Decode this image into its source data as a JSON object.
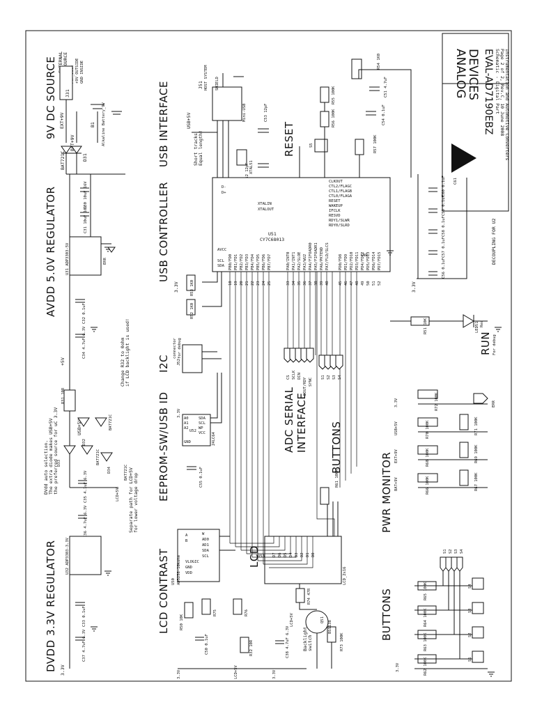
{
  "title_block": {
    "company_line1": "ANALOG",
    "company_line2": "DEVICES",
    "board": "EVAL-AD7190EBZ",
    "line1": "Schematic - Digital Part",
    "line2": "Page 2 of 2, Rev.C, 10 June 2008",
    "line3": "Instrumentation and Automotive Converters"
  },
  "sections": {
    "dc_source": "9V DC SOURCE",
    "avdd_reg": "AVDD 5.0V REGULATOR",
    "dvdd_reg": "DVDD 3.3V REGULATOR",
    "usb_interface": "USB INTERFACE",
    "usb_controller": "USB CONTROLLER",
    "i2c": "I2C",
    "i2c_sub": "connector",
    "i2c_sub2": "for debug",
    "eeprom": "EEPROM-SW/USB ID",
    "lcd_contrast": "LCD CONTRAST",
    "lcd": "LCD",
    "adc_serial": "ADC SERIAL",
    "interface": "INTERFACE",
    "buttons_mid": "BUTTONS",
    "buttons_bottom": "BUTTONS",
    "pwr_monitor": "PWR MONITOR",
    "reset": "RESET",
    "run": "RUN",
    "run_sub": "For debug",
    "decoupling": "DECOUPLING FOR U2"
  },
  "notes": {
    "dvdd1": "DVdd auto selection.",
    "dvdd2": "The extra diode makes USB+5V",
    "dvdd3": "the preferred source for uC 3.3V",
    "r32a": "Change R32 to 0ohm",
    "r32b": "if LCD backlight is used!",
    "lcd_sep1": "Separate path for LCD+5V",
    "lcd_sep2": "for lower voltage drop",
    "usb_tracks1": "Short tracks",
    "usb_tracks2": "Equal length!",
    "ext_src": "EXTERNAL",
    "ext_src2": "DC SOURCE",
    "pwr_jack": "Pwr_Jack",
    "pwr_jack2": "+9V OUTSIDE",
    "pwr_jack3": "GND INSIDE",
    "backlight": "Backlight",
    "backlight2": "switch"
  },
  "nets": {
    "v33": "3.3V",
    "usb5": "USB+5V",
    "ext9": "EXT+9V",
    "bat9": "BAT+9V",
    "p5v": "+5V",
    "lcd5": "LCD+5V",
    "err": "ERR"
  },
  "components": {
    "u51": "U51",
    "u51_part": "CY7C68013",
    "u52": "U52",
    "u52_part": "24LC64",
    "u53": "U53",
    "u53_part": "LCD_2x16",
    "u50": "U50",
    "u50_part": "AD5258-10kohm",
    "u31": "U31 ADP3303-5V",
    "u32": "U32 ADP3303-3.3V",
    "j51": "J51",
    "j51_sub": "HOST SYSTEM",
    "j51_part": "Mini-USB",
    "j52": "J52",
    "j31": "J31",
    "b1": "B1",
    "b1_part": "Alkaline Battery_9V",
    "xtal": "XTAL51",
    "q51": "Q51",
    "q51_part": "BSS138",
    "led51": "LED51",
    "led51_c": "Red",
    "d31": "D31",
    "d32": "D32",
    "d33": "D33",
    "d34": "D34",
    "bat721": "BAT721C",
    "s5": "S5",
    "s1": "S1",
    "s2": "S2",
    "s3": "S3",
    "s4": "S4",
    "shield": "SHIELD"
  },
  "resistors": {
    "r54": "R54 1K0",
    "r55": "R55 100K",
    "r56": "R56 100K",
    "r57": "R57 100K",
    "r53": "R53 1K0",
    "r52": "R52 1K0",
    "r51": "R51 10K",
    "r31": "R31 10R",
    "r61": "R61 100K",
    "r72": "R72 100K",
    "r70": "R70 100K",
    "r71": "R71 100K",
    "r68": "R68 100K",
    "r69": "R69 100K",
    "r66": "R66 100K",
    "r67": "R67 100K",
    "r75": "R75",
    "r76": "R76",
    "r50": "R50 10K",
    "r74": "R74 47R",
    "r32": "R32 10R",
    "r73": "R73 100K",
    "r62": "R62 100K",
    "r63": "R63 100K",
    "r64": "R64 100K",
    "r65": "R65 100K"
  },
  "capacitors": {
    "c51": "C51 4.7uF",
    "c54": "C54 0.1uF",
    "c53": "C53 12pF",
    "c52": "C52 12pF",
    "c30": "C30 10uF 16V",
    "c31": "C31 10uF 16V",
    "c32": "C32 0.1uF",
    "c34": "C34 4.7uF 6.3V",
    "c35": "C35 4.7uF 6.3V",
    "c36": "C36 4.7uF 6.3V",
    "c33": "C33 0.1uF",
    "c37": "C37 4.7uF 6.3V",
    "c55": "C55 0.1uF",
    "c50": "C50 0.1uF",
    "c38": "C38 4.7uF 6.3V",
    "c56": "C56 0.1uF",
    "c57": "C57 0.1uF",
    "c58": "C58 0.1uF",
    "c59": "C59 0.1uF",
    "c60": "C60 0.1uF",
    "c61": "C61"
  },
  "u51_left_pins": [
    "PB0/FD0",
    "PB1/FD1",
    "PB2/FD2",
    "PB3/FD3",
    "PB4/FD4",
    "PB5/FD5",
    "PB6/FD6",
    "PB7/FD7"
  ],
  "u51_mid_pins": [
    "PA0/INT0",
    "PA1/INT1",
    "PA2/SLOE",
    "PA3/WU2",
    "PA4/FIFOADR0",
    "PA5/FIFOADR1",
    "PA6/PKTEND",
    "PA7/FLD/SLCS"
  ],
  "u51_right_pins": [
    "PD0/FD8",
    "PD1/FD9",
    "PD2/FD10",
    "PD3/FD11",
    "PD4/FD12",
    "PD5/FD13",
    "PD6/FD14",
    "PD7/FD15"
  ],
  "u51_pin_nums_left": [
    "18",
    "19",
    "20",
    "21",
    "22",
    "23",
    "24",
    "25"
  ],
  "u51_pin_nums_mid": [
    "33",
    "34",
    "35",
    "36",
    "37",
    "38",
    "39",
    "40"
  ],
  "u51_pin_nums_right": [
    "45",
    "46",
    "47",
    "48",
    "49",
    "50",
    "51",
    "52"
  ],
  "u51_top_pins": [
    "CLKOUT",
    "CTL2/FLAGC",
    "CTL1/FLAGB",
    "CTL0/FLAGA",
    "RESET",
    "WAKEUP",
    "IFCLK",
    "RESVD",
    "RDY1/SLWR",
    "RDY0/SLRD"
  ],
  "u51_misc": [
    "XTALIN",
    "XTALOUT",
    "SCL",
    "SDA",
    "AVCC",
    "D+",
    "D-",
    "GND"
  ],
  "adc_signals": [
    "CS",
    "SCLK",
    "DIN",
    "DOUT/RDY",
    "SYNC"
  ],
  "button_signals": [
    "S1",
    "S2",
    "S3",
    "S4"
  ],
  "lcd_pins": [
    "D7",
    "D6",
    "D5",
    "D4",
    "D3",
    "D2",
    "D1",
    "D0"
  ],
  "u52_pins": [
    "A0",
    "A1",
    "A2",
    "GND",
    "SDA",
    "SCL",
    "WP",
    "VCC"
  ],
  "u50_pins": [
    "W",
    "AD0",
    "AD1",
    "SDA",
    "SCL",
    "VLOGIC",
    "GND",
    "VDD",
    "A",
    "B"
  ]
}
